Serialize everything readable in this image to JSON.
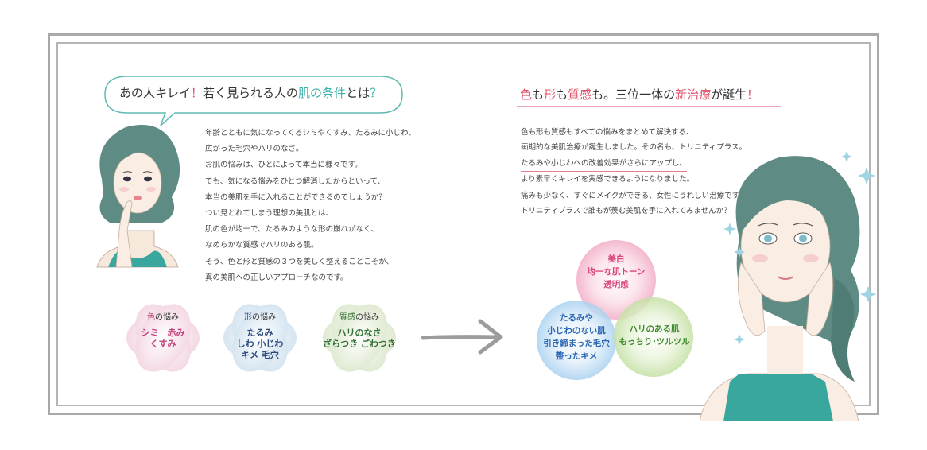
{
  "left": {
    "bubble": {
      "p1": "あの人キレイ",
      "excl": "！",
      "p2": "若く見られる人の",
      "emph": "肌の条件",
      "p3": "とは",
      "q": "？"
    },
    "body_lines": [
      "年齢とともに気になってくるシミやくすみ、たるみに小じわ、",
      "広がった毛穴やハリのなさ。",
      "お肌の悩みは、ひとによって本当に様々です。",
      "でも、気になる悩みをひとつ解消したからといって、",
      "本当の美肌を手に入れることができるのでしょうか？",
      "つい見とれてしまう理想の美肌とは、",
      "肌の色が均一で、たるみのような形の崩れがなく、",
      "なめらかな質感でハリのある肌。",
      "そう、色と形と質感の３つを美しく整えることこそが、",
      "真の美肌への正しいアプローチなのです。"
    ],
    "flowers": [
      {
        "title_a": "色",
        "title_b": "の悩み",
        "lines": [
          "シミ　赤み",
          "くすみ"
        ],
        "color": "#c0437a",
        "bg": "#f4d9e5"
      },
      {
        "title_a": "形",
        "title_b": "の悩み",
        "lines": [
          "たるみ",
          "しわ 小じわ",
          "キメ 毛穴"
        ],
        "color": "#2c4a7e",
        "bg": "#d6e5f1"
      },
      {
        "title_a": "質感",
        "title_b": "の悩み",
        "lines": [
          "ハリのなさ",
          "ざらつき ごわつき"
        ],
        "color": "#2f6e32",
        "bg": "#e0ead2"
      }
    ]
  },
  "right": {
    "heading": {
      "a1": "色",
      "a2": "も",
      "b1": "形",
      "b2": "も",
      "c1": "質感",
      "c2": "も。",
      "d": "三位一体の",
      "e1": "新治療",
      "e2": "が誕生",
      "f": "！"
    },
    "body_lines": [
      "色も形も質感もすべての悩みをまとめて解決する、",
      "画期的な美肌治療が誕生しました。その名も、トリニティプラス。",
      "たるみや小じわへの改善効果がさらにアップし、",
      "より素早くキレイを実感できるようになりました。",
      "痛みも少なく、すぐにメイクができる、女性にうれしい治療です。",
      "トリニティプラスで誰もが羨む美肌を手に入れてみませんか？"
    ],
    "circles": [
      {
        "lines": [
          "美白",
          "均一な肌トーン",
          "透明感"
        ],
        "color": "#d9457a"
      },
      {
        "lines": [
          "たるみや",
          "小じわのない肌",
          "引き締まった毛穴",
          "整ったキメ"
        ],
        "color": "#2a67b3"
      },
      {
        "lines": [
          "ハリのある肌",
          "もっちり･ツルツル"
        ],
        "color": "#3f8a2c"
      }
    ]
  },
  "colors": {
    "accent_red": "#e0556d",
    "accent_teal": "#3fb2aa",
    "frame_gray": "#a9a9a9",
    "hair": "#5e8c84",
    "top": "#39a79d"
  }
}
